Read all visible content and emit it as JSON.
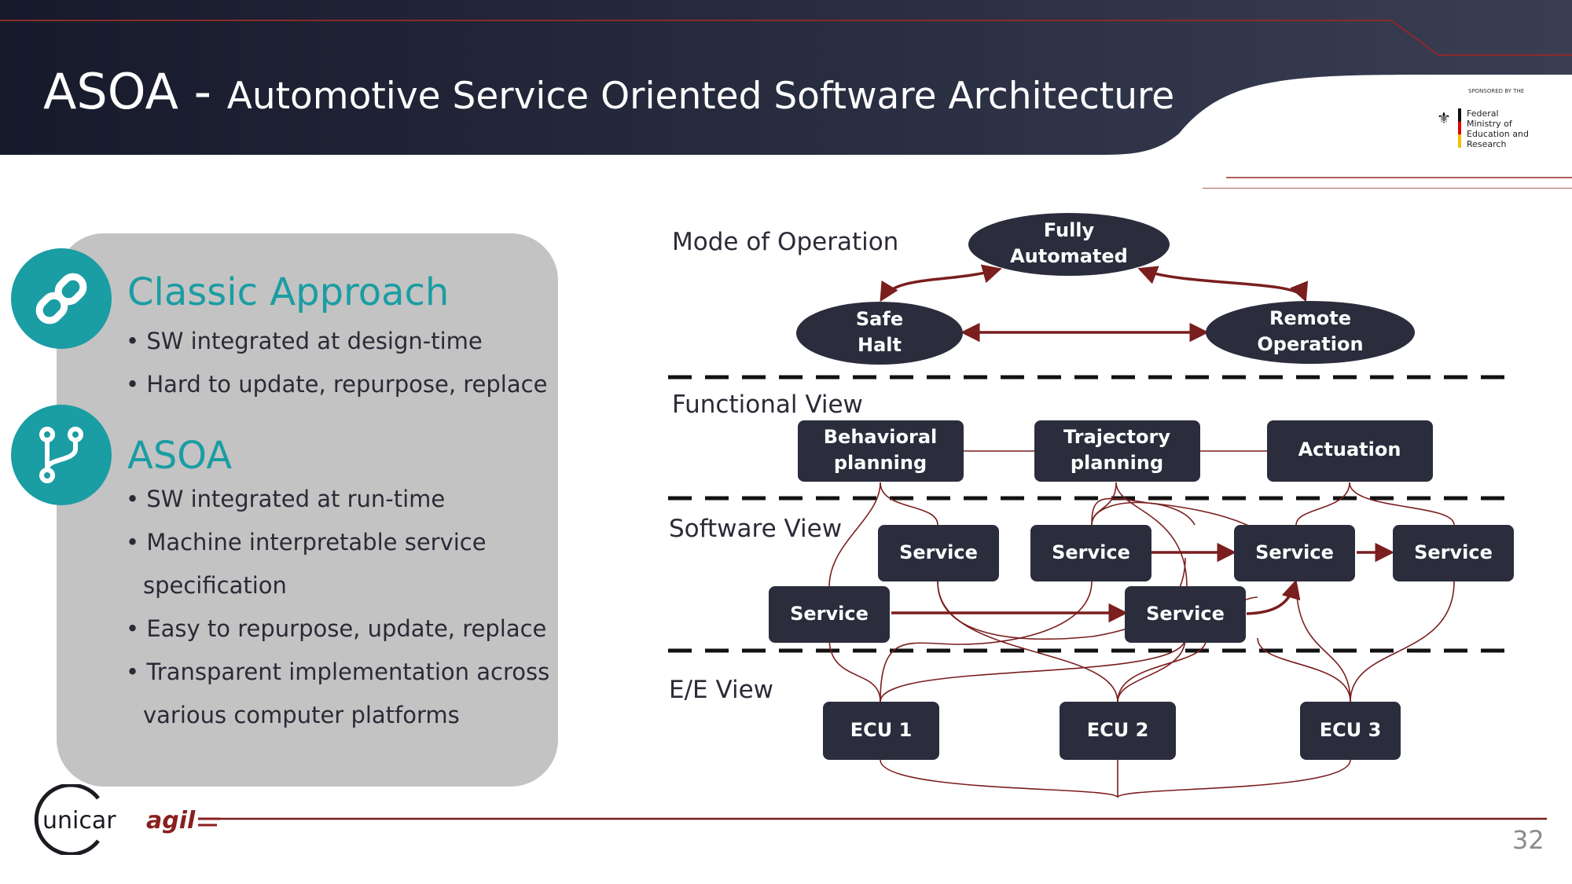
{
  "header": {
    "title_main": "ASOA - ",
    "title_sub": "Automotive Service Oriented Software Architecture",
    "sponsor_tag": "SPONSORED BY THE",
    "sponsor_name": "Federal Ministry of Education and Research"
  },
  "left": {
    "classic": {
      "heading": "Classic Approach",
      "bullets": [
        "• SW integrated at design-time",
        "• Hard to update, repurpose, replace"
      ],
      "icon": "link-chain-icon"
    },
    "asoa": {
      "heading": "ASOA",
      "bullets": [
        "• SW integrated at run-time",
        "• Machine interpretable service",
        "specification",
        "• Easy to repurpose, update, replace",
        "• Transparent implementation across",
        "various computer platforms"
      ],
      "icon": "branch-icon"
    }
  },
  "diagram": {
    "section_labels": [
      "Mode of Operation",
      "Functional View",
      "Software View",
      "E/E View"
    ],
    "modes": [
      [
        "Fully",
        "Automated"
      ],
      [
        "Safe",
        "Halt"
      ],
      [
        "Remote",
        "Operation"
      ]
    ],
    "functions": [
      [
        "Behavioral",
        "planning"
      ],
      [
        "Trajectory",
        "planning"
      ],
      [
        "Actuation"
      ]
    ],
    "services": [
      "Service",
      "Service",
      "Service",
      "Service",
      "Service",
      "Service"
    ],
    "ecus": [
      "ECU 1",
      "ECU 2",
      "ECU 3"
    ],
    "colors": {
      "node": "#2b2d3d",
      "link": "#7a1e1e",
      "accent": "#1a9da3"
    }
  },
  "footer": {
    "logo_left": "unicar",
    "logo_right": "agil",
    "page_number": "32"
  }
}
